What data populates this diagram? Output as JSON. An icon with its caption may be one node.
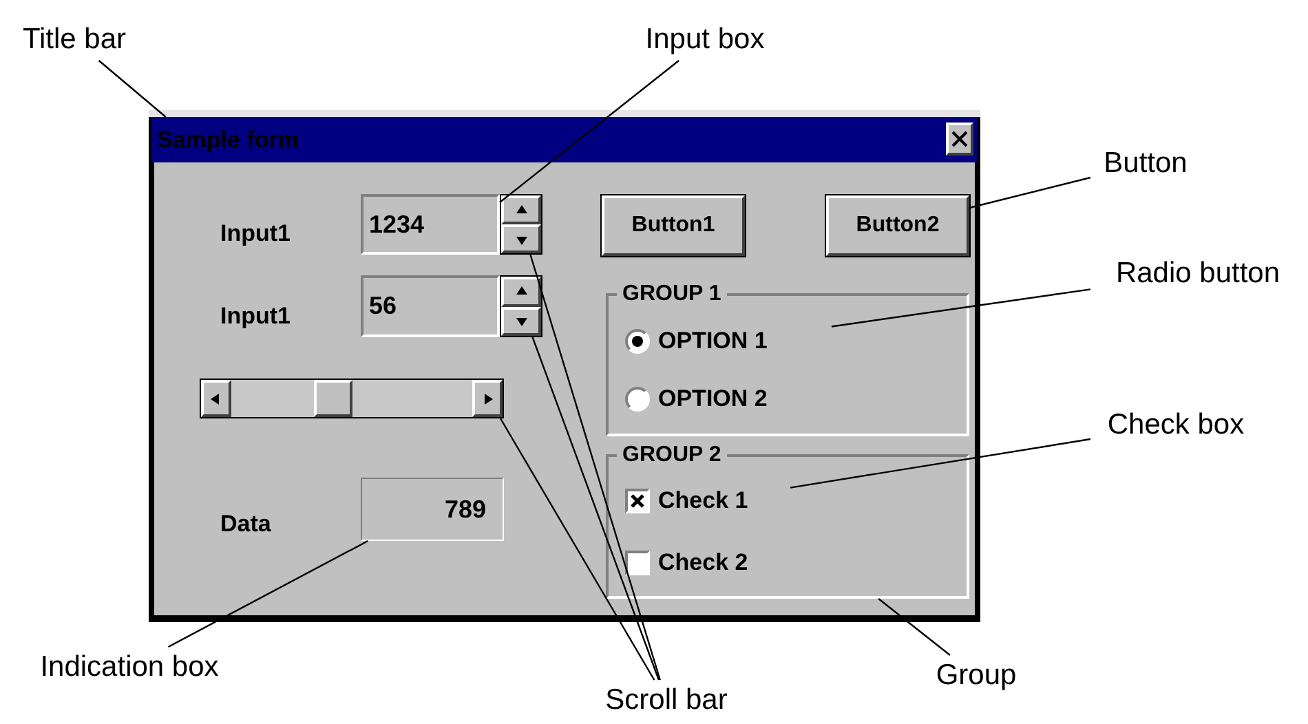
{
  "diagram": {
    "nodes": [
      {
        "text": [
          "Title bar"
        ]
      },
      {
        "text": [
          "Input box"
        ]
      },
      {
        "text": [],
        "shape": "box"
      },
      {
        "text": [
          "Sample form"
        ],
        "in": 2
      },
      {
        "text": [
          "1234"
        ],
        "in": 2
      },
      {
        "text": [],
        "shape": "box",
        "in": 2
      },
      {
        "text": [
          "Button1"
        ],
        "in": 2
      },
      {
        "text": [
          "Button2"
        ],
        "in": 2
      },
      {
        "text": [
          "Button"
        ]
      },
      {
        "text": [
          "56"
        ],
        "in": 2
      },
      {
        "text": [],
        "shape": "box",
        "in": 2
      },
      {
        "text": [
          "GROUP 1"
        ],
        "in": 2
      },
      {
        "text": [
          "OPTION 1"
        ],
        "in": 11
      },
      {
        "text": [
          "Radio button"
        ]
      },
      {
        "text": [
          "OPTION 2"
        ],
        "in": 11
      },
      {
        "text": [],
        "shape": "box",
        "in": 2
      },
      {
        "text": [
          "GROUP 2"
        ],
        "in": 2
      },
      {
        "text": [
          "Check 1"
        ],
        "in": 16
      },
      {
        "text": [
          "Check box"
        ]
      },
      {
        "text": [
          "Check 2"
        ],
        "in": 16
      },
      {
        "text": [
          "789"
        ],
        "in": 2
      },
      {
        "text": [
          "Indication box"
        ]
      },
      {
        "text": [
          "Scroll bar"
        ]
      },
      {
        "text": [
          "Group"
        ]
      }
    ],
    "edges": [
      {
        "from": 0,
        "to": 3,
        "arrow": "none"
      },
      {
        "from": 1,
        "to": 4,
        "arrow": "none"
      },
      {
        "from": 8,
        "to": 7,
        "arrow": "none"
      },
      {
        "from": 13,
        "to": 12,
        "arrow": "none"
      },
      {
        "from": 18,
        "to": 17,
        "arrow": "none"
      },
      {
        "from": 21,
        "to": 20,
        "arrow": "none"
      },
      {
        "from": 22,
        "to": 5,
        "arrow": "none"
      },
      {
        "from": 22,
        "to": 10,
        "arrow": "none"
      },
      {
        "from": 22,
        "to": 15,
        "arrow": "none"
      },
      {
        "from": 23,
        "to": 16,
        "arrow": "none"
      }
    ],
    "labels": [
      "Input1",
      "Input1",
      "Data"
    ]
  }
}
